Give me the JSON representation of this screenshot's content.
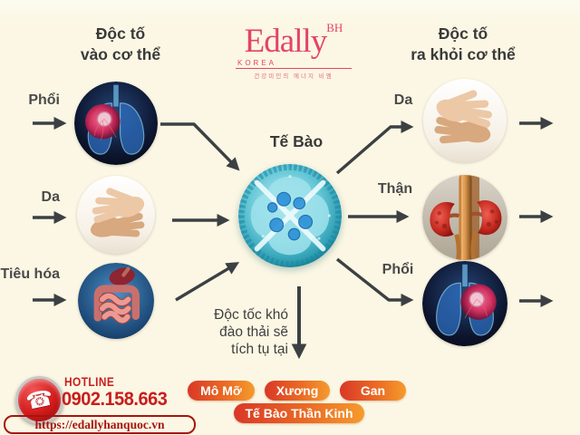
{
  "logo": {
    "brand": "Edally",
    "superscript": "BH",
    "country": "KOREA",
    "tagline": "건강미인의 에너지 비엠"
  },
  "heading_in": {
    "line1": "Độc tố",
    "line2": "vào cơ thể"
  },
  "heading_out": {
    "line1": "Độc tố",
    "line2": "ra khỏi cơ thể"
  },
  "inputs": {
    "items": [
      {
        "label": "Phổi",
        "icon": "lungs-image"
      },
      {
        "label": "Da",
        "icon": "hands-image"
      },
      {
        "label": "Tiêu hóa",
        "icon": "intestines-image"
      }
    ]
  },
  "outputs": {
    "items": [
      {
        "label": "Da",
        "icon": "hands-image"
      },
      {
        "label": "Thận",
        "icon": "kidneys-image"
      },
      {
        "label": "Phổi",
        "icon": "lungs-image"
      }
    ]
  },
  "center": {
    "cell_label": "Tế Bào",
    "note_line1": "Độc tốc khó",
    "note_line2": "đào thải sẽ",
    "note_line3": "tích tụ tại"
  },
  "accumulation": {
    "pills": [
      "Mô Mỡ",
      "Xương",
      "Gan",
      "Tế Bào Thần Kinh"
    ]
  },
  "footer": {
    "hotline_label": "HOTLINE",
    "phone": "0902.158.663",
    "url": "https://edallyhanquoc.vn",
    "phone_icon_glyph": "☎"
  },
  "colors": {
    "background": "#fbf7e4",
    "logo_pink": "#e4436b",
    "text_dark": "#3a3a3a",
    "arrow_gray": "#3d4043",
    "pill_start": "#d93827",
    "pill_end": "#f59b2d",
    "hotline_red": "#c91d1d"
  }
}
